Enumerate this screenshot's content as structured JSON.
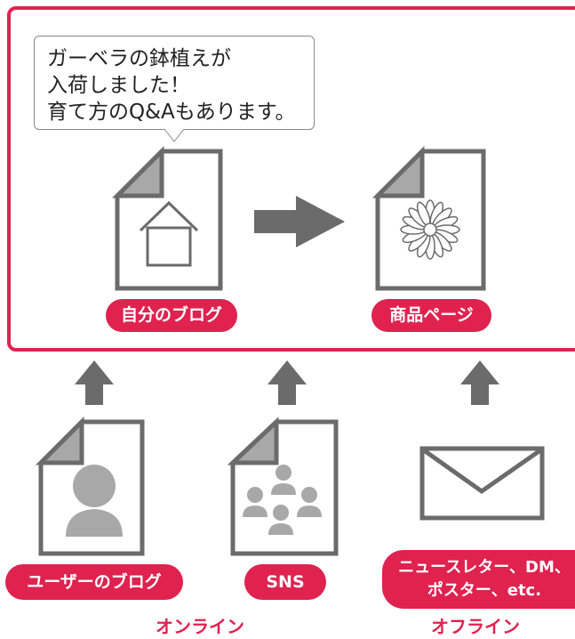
{
  "bubble": {
    "line1": "ガーベラの鉢植えが",
    "line2": "入荷しました！",
    "line3": "育て方のQ&Aもあります。"
  },
  "labels": {
    "my_blog": "自分のブログ",
    "product_page": "商品ページ",
    "user_blog": "ユーザーのブログ",
    "sns": "SNS",
    "newsletter_line1": "ニュースレター、DM、",
    "newsletter_line2": "ポスター、etc."
  },
  "captions": {
    "online": "オンライン",
    "offline": "オフライン"
  },
  "colors": {
    "accent": "#e0224f",
    "icon_gray": "#6b6b6b",
    "icon_light": "#a8a8a8"
  }
}
